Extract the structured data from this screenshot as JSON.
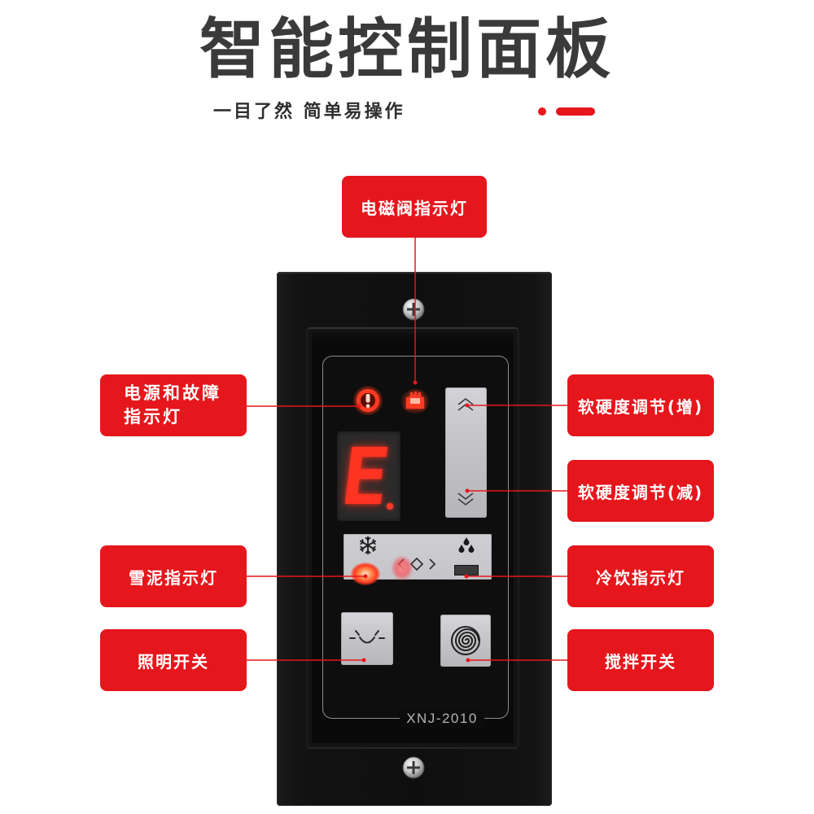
{
  "header": {
    "title": "智能控制面板",
    "subtitle": "一目了然 简单易操作"
  },
  "panel": {
    "model": "XNJ-2010",
    "display": {
      "value": "E",
      "decimal_point": true
    },
    "indicators": {
      "power_fault": {
        "icon": "power-fault-icon",
        "lit": true
      },
      "solenoid_valve": {
        "icon": "solenoid-valve-icon",
        "lit": true
      },
      "slush": {
        "icon": "snowflake-icon",
        "lit": true
      },
      "cold_drink": {
        "icon": "water-drops-icon",
        "lit": false
      }
    },
    "buttons": {
      "hardness_up": {
        "icon": "double-chevron-up-icon"
      },
      "hardness_down": {
        "icon": "double-chevron-down-icon"
      },
      "mode_select": {
        "icon": "left-right-arrows-icon"
      },
      "light_switch": {
        "icon": "lamp-icon"
      },
      "stir_switch": {
        "icon": "spiral-icon"
      }
    },
    "screws": {
      "icon": "screw-icon"
    }
  },
  "callouts": {
    "solenoid_valve": {
      "label": "电磁阀指示灯"
    },
    "power_fault": {
      "label_lines": [
        "电源和故障",
        "指示灯"
      ]
    },
    "hardness_up": {
      "label": "软硬度调节(增)"
    },
    "hardness_down": {
      "label": "软硬度调节(减)"
    },
    "slush": {
      "label": "雪泥指示灯"
    },
    "cold_drink": {
      "label": "冷饮指示灯"
    },
    "light_switch": {
      "label": "照明开关"
    },
    "stir_switch": {
      "label": "搅拌开关"
    }
  },
  "colors": {
    "accent_red": "#e5161c",
    "title_gray": "#3a3a3a",
    "panel_black": "#111111",
    "led_red": "#ff3322",
    "button_gray": "#c6c6ca",
    "callout_text": "#ffffff"
  }
}
